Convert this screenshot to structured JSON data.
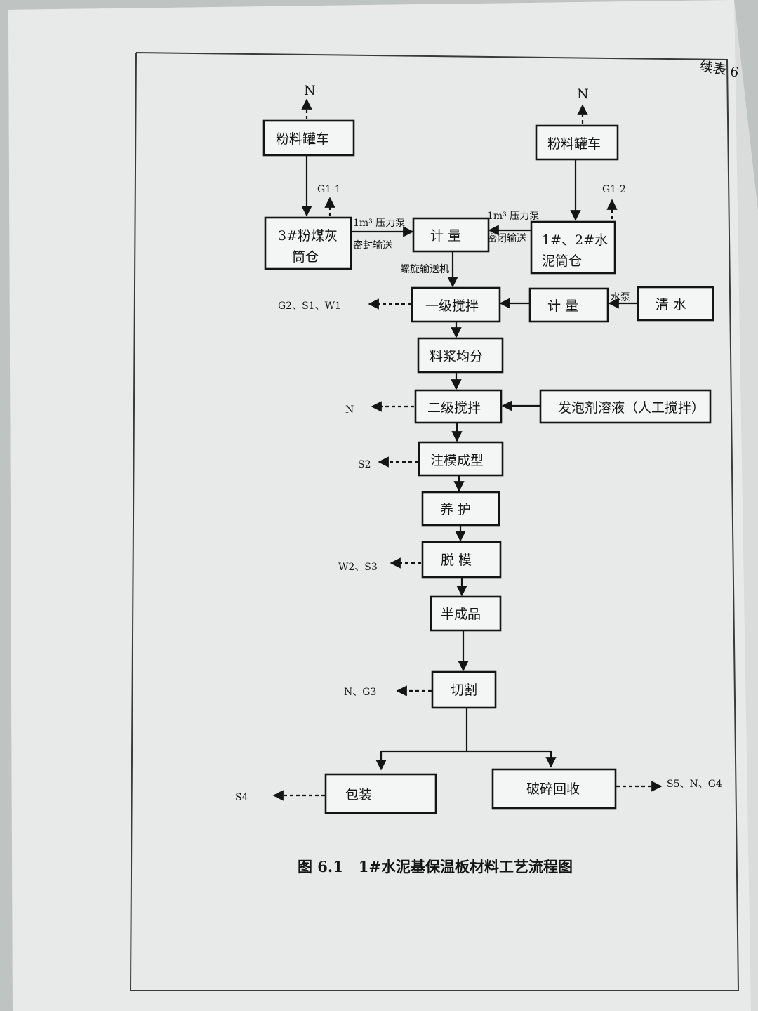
{
  "header": {
    "continued": "续表 6"
  },
  "diagram": {
    "boxes": {
      "truck_left": "粉料罐车",
      "truck_right": "粉料罐车",
      "flyash_silo_1": "3#粉煤灰",
      "flyash_silo_2": "筒仓",
      "metering_top": "计  量",
      "cement_silo_1": "1#、2#水",
      "cement_silo_2": "泥筒仓",
      "mix1": "一级搅拌",
      "metering_water": "计  量",
      "water": "清  水",
      "slurry": "料浆均分",
      "mix2": "二级搅拌",
      "foam": "发泡剂溶液（人工搅拌）",
      "mold": "注模成型",
      "curing": "养  护",
      "demold": "脱  模",
      "semi": "半成品",
      "cut": "切割",
      "pack": "包装",
      "recycle": "破碎回收"
    },
    "labels": {
      "n_left": "N",
      "n_right": "N",
      "g1_1": "G1-1",
      "g1_2": "G1-2",
      "pump_left": "1m³ 压力泵",
      "sealed_left": "密封输送",
      "pump_right": "1m³ 压力泵",
      "sealed_right": "密闭输送",
      "screw": "螺旋输送机",
      "water_pump": "水泵",
      "out_mix1": "G2、S1、W1",
      "out_mix2": "N",
      "out_mold": "S2",
      "out_demold": "W2、S3",
      "out_cut": "N、G3",
      "out_pack": "S4",
      "out_recycle": "S5、N、G4"
    },
    "caption": "图 6.1   1#水泥基保温板材料工艺流程图"
  }
}
